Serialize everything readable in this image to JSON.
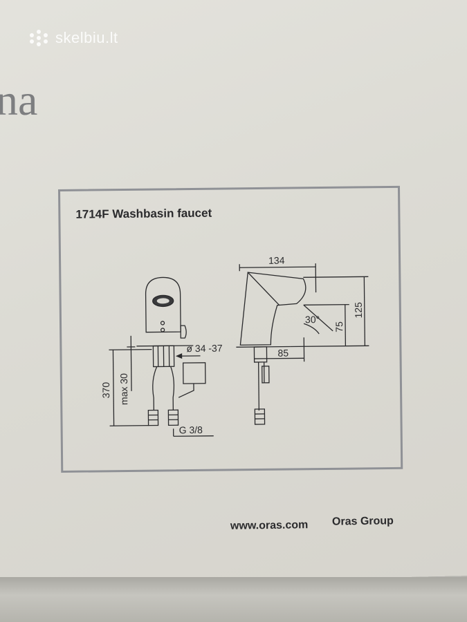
{
  "watermark": {
    "text": "skelbiu.lt",
    "icon": "dots-logo-icon"
  },
  "brand": {
    "partial_text": "na"
  },
  "diagram": {
    "title": "1714F Washbasin faucet",
    "front_view": {
      "dim_height": "370",
      "dim_max": "max 30",
      "dim_hole": "ø 34 -37",
      "dim_thread": "G 3/8"
    },
    "side_view": {
      "dim_width": "134",
      "dim_height": "125",
      "dim_spout_height": "75",
      "dim_reach": "85",
      "dim_angle": "30°"
    }
  },
  "footer": {
    "url": "www.oras.com",
    "company": "Oras Group"
  }
}
